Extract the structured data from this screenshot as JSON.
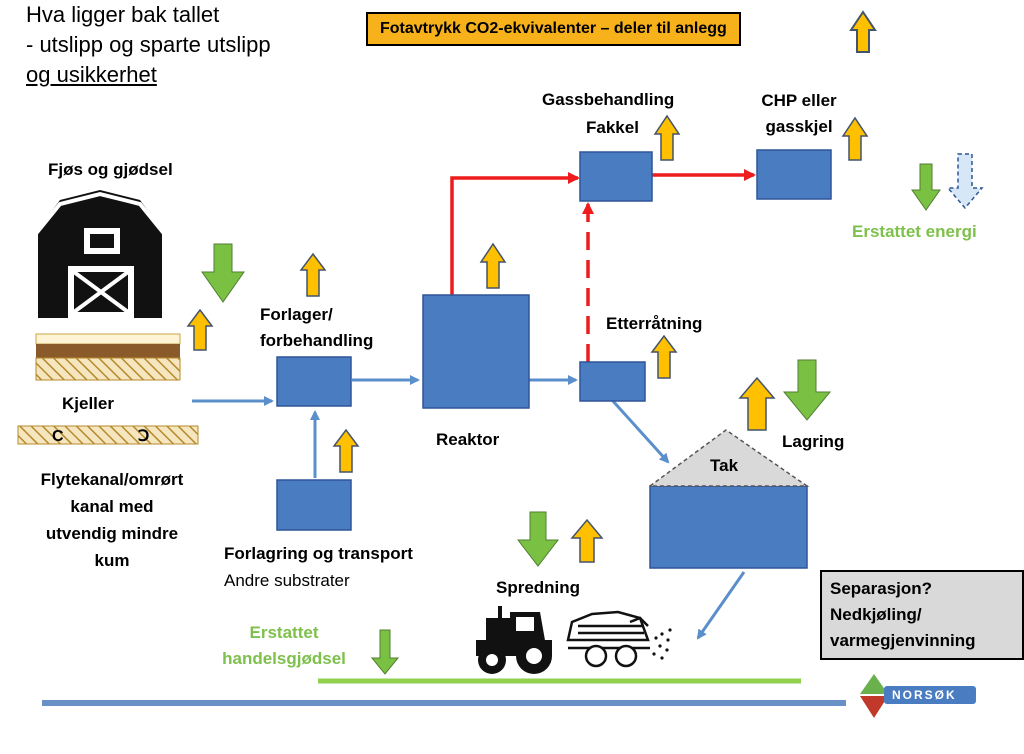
{
  "intro": {
    "line1": "Hva ligger bak tallet",
    "line2": "- utslipp og sparte utslipp",
    "line3": "og usikkerhet"
  },
  "title_box": "Fotavtrykk CO2-ekvivalenter – deler til anlegg",
  "labels": {
    "fjos": "Fjøs og gjødsel",
    "kjeller": "Kjeller",
    "flytekanal": [
      "Flytekanal/omrørt",
      "kanal med",
      "utvendig mindre",
      "kum"
    ],
    "forlager": [
      "Forlager/",
      "forbehandling"
    ],
    "forlagring": "Forlagring og transport",
    "andre": "Andre substrater",
    "reaktor": "Reaktor",
    "gassbehandling": "Gassbehandling",
    "fakkel": "Fakkel",
    "chp": [
      "CHP eller",
      "gasskjel"
    ],
    "erstattet_energi": "Erstattet energi",
    "etterratning": "Etterråtning",
    "tak": "Tak",
    "lagring": "Lagring",
    "spredning": "Spredning",
    "erstattet_handel": [
      "Erstattet",
      "handelsgjødsel"
    ]
  },
  "separasjon": [
    "Separasjon?",
    "Nedkjøling/",
    "varmegjenvinning"
  ],
  "logo": "NORSØK",
  "colors": {
    "box_blue": "#4a7cc1",
    "box_border": "#2f5597",
    "flow_blue": "#5b8fcc",
    "gas_red": "#ee1c1c",
    "emit_orange": "#ffc000",
    "save_green": "#7ac143",
    "ground_green": "#92d050",
    "ground_blue": "#6a90c8"
  }
}
